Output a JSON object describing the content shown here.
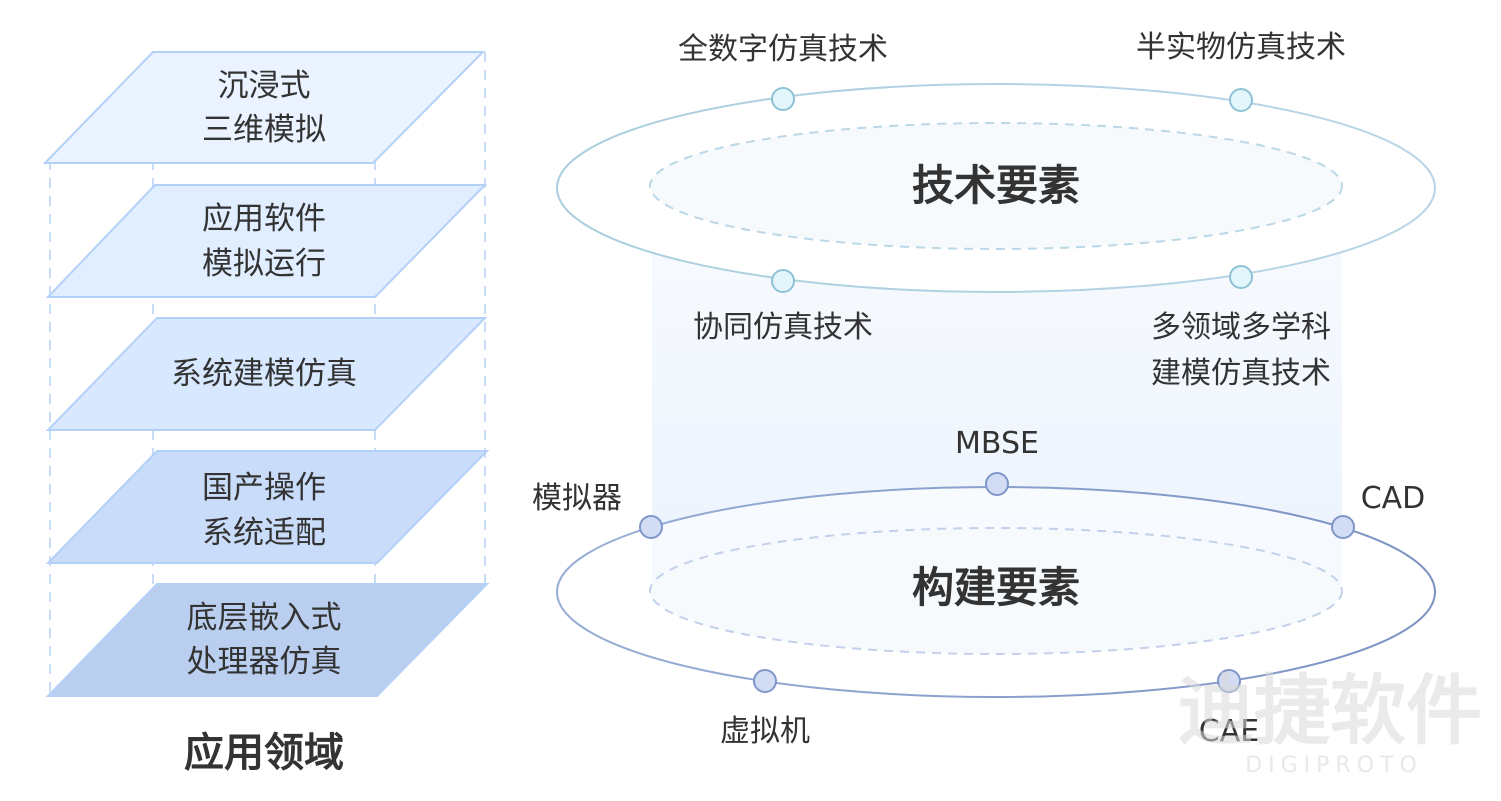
{
  "application_domain": {
    "title": "应用领域",
    "layers": [
      {
        "lines": [
          "沉浸式",
          "三维模拟"
        ]
      },
      {
        "lines": [
          "应用软件",
          "模拟运行"
        ]
      },
      {
        "lines": [
          "系统建模仿真"
        ]
      },
      {
        "lines": [
          "国产操作",
          "系统适配"
        ]
      },
      {
        "lines": [
          "底层嵌入式",
          "处理器仿真"
        ]
      }
    ]
  },
  "technical_elements": {
    "title": "技术要素",
    "nodes": [
      {
        "label": [
          "全数字仿真技术"
        ]
      },
      {
        "label": [
          "半实物仿真技术"
        ]
      },
      {
        "label": [
          "协同仿真技术"
        ]
      },
      {
        "label": [
          "多领域多学科",
          "建模仿真技术"
        ]
      }
    ]
  },
  "construction_elements": {
    "title": "构建要素",
    "nodes": [
      {
        "label": [
          "MBSE"
        ]
      },
      {
        "label": [
          "模拟器"
        ]
      },
      {
        "label": [
          "CAD"
        ]
      },
      {
        "label": [
          "虚拟机"
        ]
      },
      {
        "label": [
          "CAE"
        ]
      }
    ]
  },
  "watermark": {
    "text": "迪捷软件",
    "subtext": "DIGIPROTO"
  },
  "colors": {
    "layer_fills": [
      "#eaf3ff",
      "#e1eeff",
      "#d7e8ff",
      "#c9dcf9",
      "#bacfef"
    ],
    "layer_stroke": "#b3d0f7",
    "top_ring_stroke": "#9cc6d8",
    "bottom_ring_stroke": "#8ea2cc",
    "top_node_fill": "#e3f6fb",
    "bottom_node_fill": "#d2dcf4"
  }
}
